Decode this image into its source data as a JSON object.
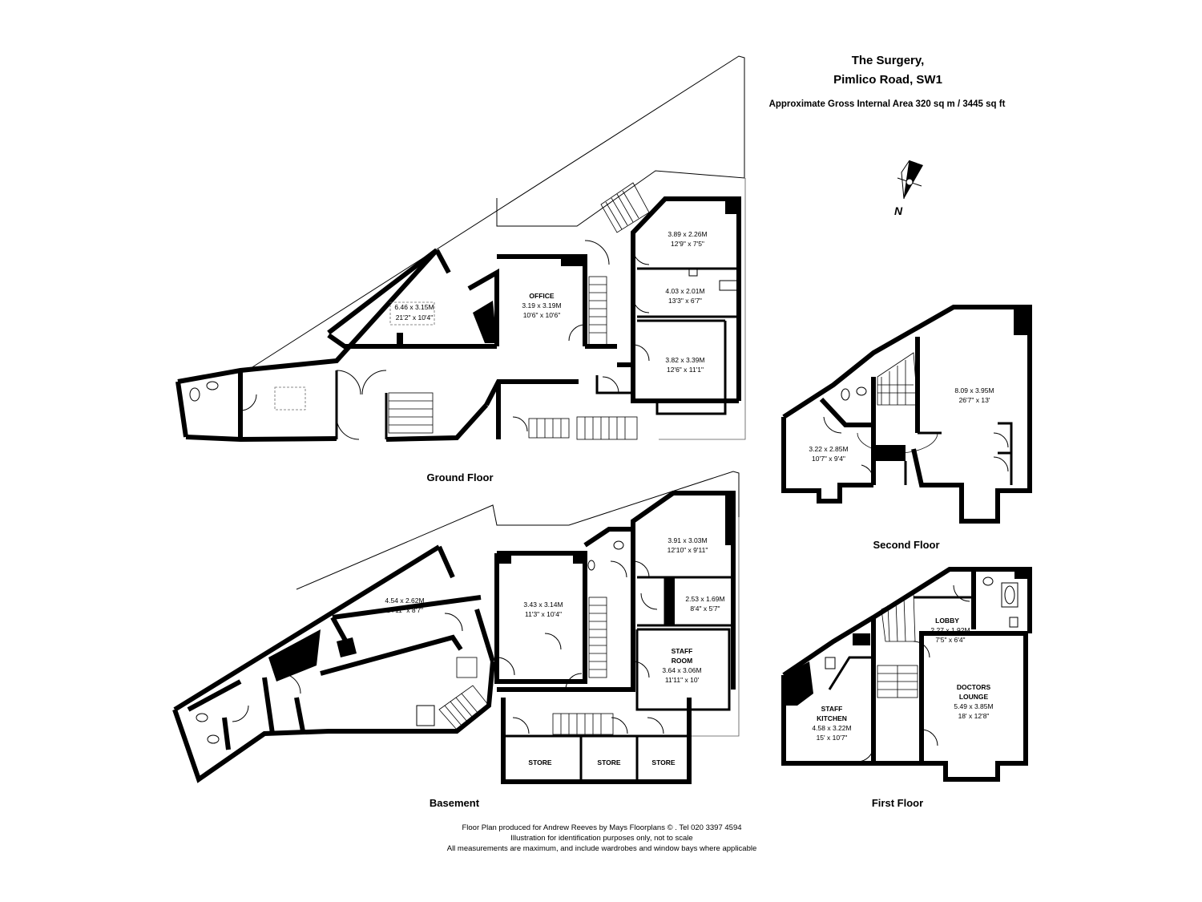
{
  "header": {
    "title_line1": "The Surgery,",
    "title_line2": "Pimlico Road, SW1",
    "area": "Approximate Gross Internal Area 320 sq m /  3445 sq ft"
  },
  "compass": {
    "label": "N"
  },
  "floors": {
    "ground": "Ground Floor",
    "basement": "Basement",
    "second": "Second Floor",
    "first": "First Floor"
  },
  "rooms": {
    "g_yard": [
      "6.46 x 3.15M",
      "21'2\" x 10'4\""
    ],
    "g_office": [
      "OFFICE",
      "3.19 x 3.19M",
      "10'6\" x 10'6\""
    ],
    "g_r1": [
      "3.89 x 2.26M",
      "12'9\" x 7'5\""
    ],
    "g_r2": [
      "4.03 x 2.01M",
      "13'3\" x 6'7\""
    ],
    "g_r3": [
      "3.82 x 3.39M",
      "12'6\" x 11'1\""
    ],
    "b_r1": [
      "4.54 x 2.62M",
      "14'11\" x 8'7\""
    ],
    "b_r2": [
      "3.43 x 3.14M",
      "11'3\" x 10'4\""
    ],
    "b_r3": [
      "3.91 x 3.03M",
      "12'10\" x 9'11\""
    ],
    "b_r4": [
      "2.53 x 1.69M",
      "8'4\" x 5'7\""
    ],
    "b_staff": [
      "STAFF",
      "ROOM",
      "3.64 x 3.06M",
      "11'11\" x 10'"
    ],
    "b_store1": "STORE",
    "b_store2": "STORE",
    "b_store3": "STORE",
    "s_r1": [
      "8.09 x 3.95M",
      "26'7\" x 13'"
    ],
    "s_r2": [
      "3.22 x 2.85M",
      "10'7\" x 9'4\""
    ],
    "f_lobby": [
      "LOBBY",
      "2.27 x 1.92M",
      "7'5\" x 6'4\""
    ],
    "f_lounge": [
      "DOCTORS",
      "LOUNGE",
      "5.49 x 3.85M",
      "18' x 12'8\""
    ],
    "f_kitchen": [
      "STAFF",
      "KITCHEN",
      "4.58 x 3.22M",
      "15' x 10'7\""
    ]
  },
  "footer": {
    "line1": "Floor Plan produced for Andrew Reeves by Mays Floorplans © . Tel 020 3397 4594",
    "line2": "Illustration for identification purposes only, not to scale",
    "line3": "All measurements are maximum, and include wardrobes and window bays where applicable"
  }
}
